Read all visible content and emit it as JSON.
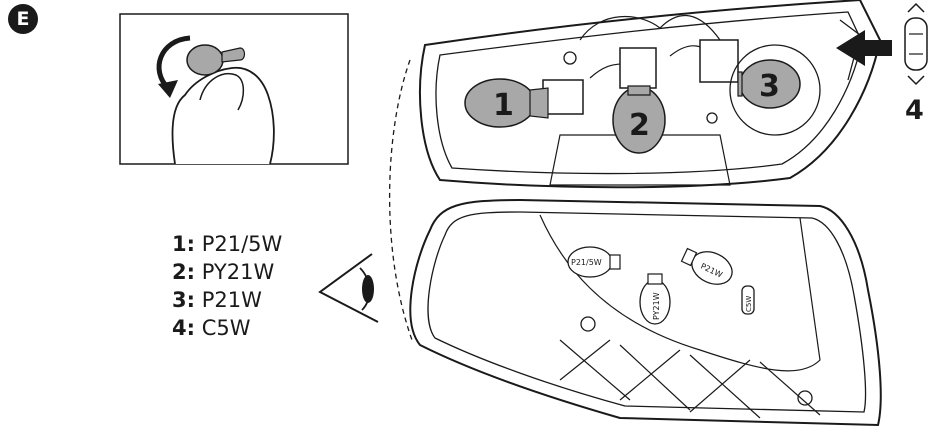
{
  "step_label": "E",
  "legend": [
    {
      "num": "1:",
      "bulb": "P21/5W"
    },
    {
      "num": "2:",
      "bulb": "PY21W"
    },
    {
      "num": "3:",
      "bulb": "P21W"
    },
    {
      "num": "4:",
      "bulb": "C5W"
    }
  ],
  "bulb_callouts": [
    "1",
    "2",
    "3",
    "4"
  ],
  "stored_bulbs": [
    "P21/5W",
    "PY21W",
    "P21W",
    "C5W"
  ],
  "colors": {
    "ink": "#1a1a1a",
    "bulb_fill": "#a8a8a8",
    "paper": "#ffffff"
  }
}
